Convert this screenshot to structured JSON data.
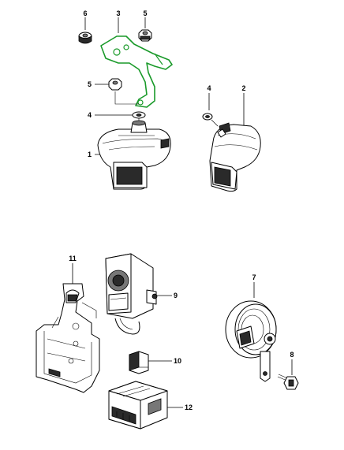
{
  "callouts": {
    "c1": "1",
    "c2": "2",
    "c3": "3",
    "c4a": "4",
    "c4b": "4",
    "c5a": "5",
    "c5b": "5",
    "c6": "6",
    "c7": "7",
    "c8": "8",
    "c9": "9",
    "c10": "10",
    "c11": "11",
    "c12": "12"
  },
  "colors": {
    "highlight": "#1a9a2a",
    "linework": "#000000",
    "background": "#ffffff"
  }
}
